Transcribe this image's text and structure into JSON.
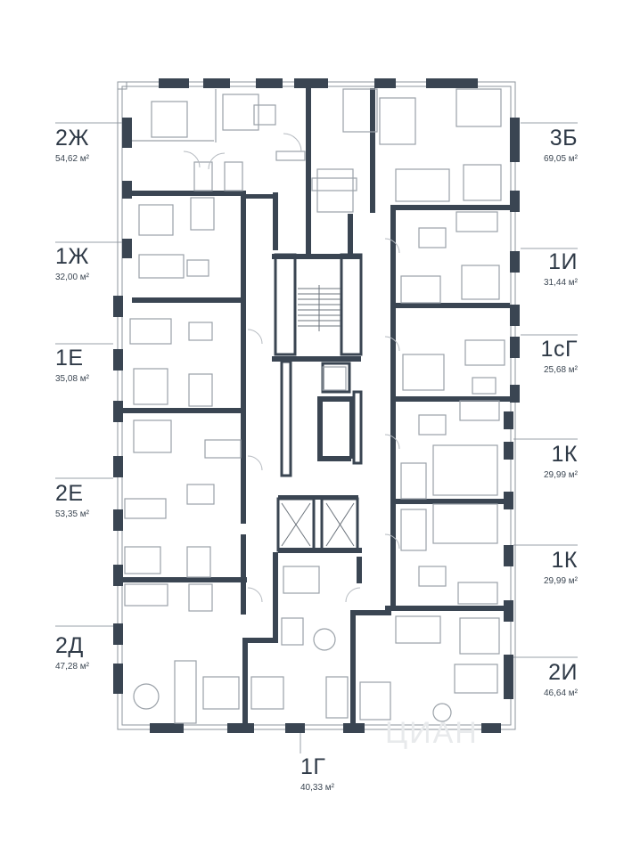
{
  "plan": {
    "wall_color": "#3a4552",
    "line_color": "#9aa1a8",
    "background": "#ffffff"
  },
  "units": {
    "u2zh": {
      "code": "2Ж",
      "area": "54,62 м²"
    },
    "u1zh": {
      "code": "1Ж",
      "area": "32,00 м²"
    },
    "u1e": {
      "code": "1Е",
      "area": "35,08 м²"
    },
    "u2e": {
      "code": "2Е",
      "area": "53,35 м²"
    },
    "u2d": {
      "code": "2Д",
      "area": "47,28 м²"
    },
    "u3b": {
      "code": "3Б",
      "area": "69,05 м²"
    },
    "u1i": {
      "code": "1И",
      "area": "31,44 м²"
    },
    "u1sg": {
      "code": "1сГ",
      "area": "25,68 м²"
    },
    "u1k_a": {
      "code": "1К",
      "area": "29,99 м²"
    },
    "u1k_b": {
      "code": "1К",
      "area": "29,99 м²"
    },
    "u2i": {
      "code": "2И",
      "area": "46,64 м²"
    },
    "u1g": {
      "code": "1Г",
      "area": "40,33 м²"
    }
  },
  "watermark": "ЦИАН"
}
